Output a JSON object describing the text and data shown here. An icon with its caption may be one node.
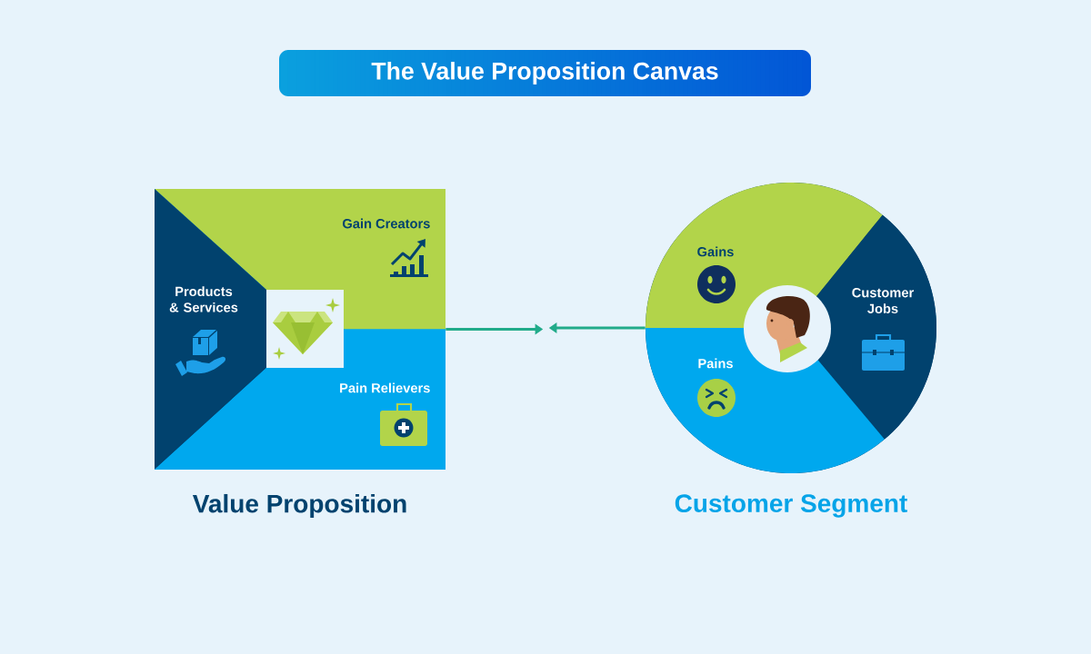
{
  "diagram": {
    "title": "The Value Proposition Canvas",
    "nodes": [
      {
        "text": [
          "Value Proposition"
        ]
      },
      {
        "text": [
          "Gain Creators"
        ],
        "in": 0
      },
      {
        "text": [
          "Products & Services"
        ],
        "in": 0
      },
      {
        "text": [
          "Pain Relievers"
        ],
        "in": 0
      },
      {
        "text": [
          "Customer Segment"
        ]
      },
      {
        "text": [
          "Gains"
        ],
        "in": 4
      },
      {
        "text": [
          "Customer Jobs"
        ],
        "in": 4
      },
      {
        "text": [
          "Pains"
        ],
        "in": 4
      }
    ],
    "edges": [
      {
        "from": 0,
        "to": null,
        "arrow": "to"
      },
      {
        "from": 4,
        "to": null,
        "arrow": "to"
      }
    ]
  }
}
